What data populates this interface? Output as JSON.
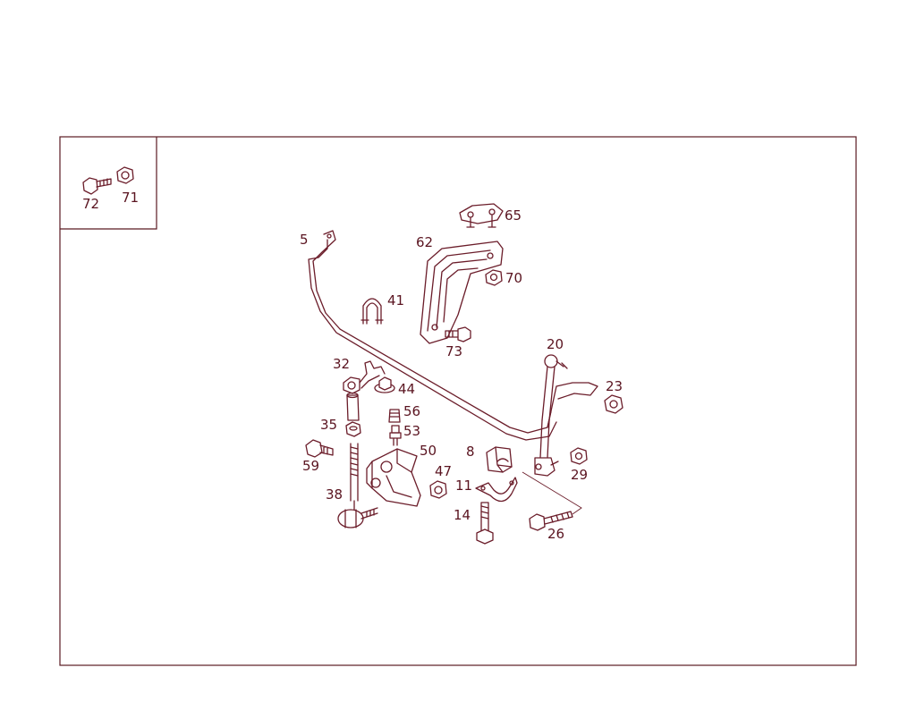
{
  "colors": {
    "line": "#6b1d2a",
    "frame": "#5a1a22",
    "label": "#5a1420",
    "background": "#ffffff"
  },
  "inset": {
    "labels": [
      "72",
      "71"
    ]
  },
  "callouts": {
    "p5": "5",
    "p41": "41",
    "p62": "62",
    "p65": "65",
    "p70": "70",
    "p73": "73",
    "p20": "20",
    "p23": "23",
    "p32": "32",
    "p44": "44",
    "p56": "56",
    "p53": "53",
    "p35": "35",
    "p59": "59",
    "p50": "50",
    "p8": "8",
    "p47": "47",
    "p11": "11",
    "p29": "29",
    "p38": "38",
    "p14": "14",
    "p26": "26",
    "p72": "72",
    "p71": "71"
  }
}
